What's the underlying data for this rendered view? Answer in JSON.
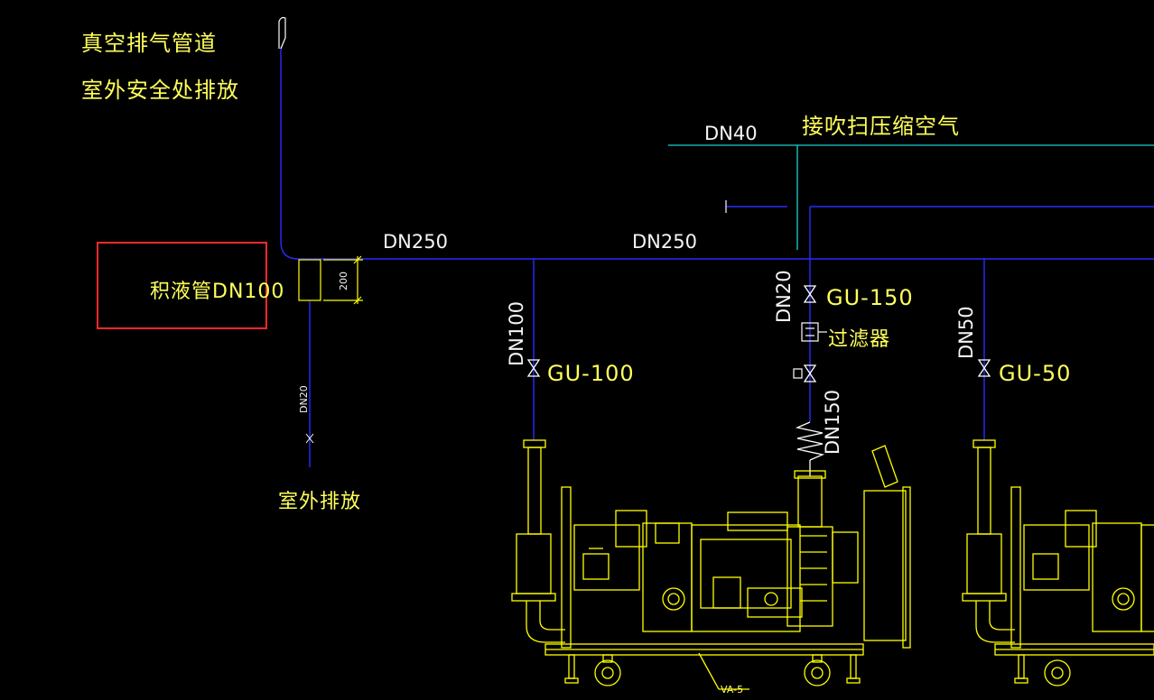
{
  "labels": {
    "vacuum_exhaust_line1": "真空排气管道",
    "vacuum_exhaust_line2": "室外安全处排放",
    "compressed_air": "接吹扫压缩空气",
    "dn40": "DN40",
    "main_dn250_a": "DN250",
    "main_dn250_b": "DN250",
    "drain_header": "积液管DN100",
    "dim_200": "200",
    "drain_dn20": "DN20",
    "outdoor_discharge": "室外排放",
    "branch_dn100": "DN100",
    "valve_gu100": "GU-100",
    "branch_dn20": "DN20",
    "valve_gu150": "GU-150",
    "filter": "过滤器",
    "flex_dn150": "DN150",
    "branch_dn50": "DN50",
    "valve_gu50": "GU-50",
    "skid_tag": "VA-5"
  },
  "colors": {
    "background": "#000000",
    "vacuum_line": "#2b2bff",
    "compressed_air_line": "#19d0d0",
    "equipment": "#ffff00",
    "label_yellow": "#ffff5a",
    "label_white": "#f4f4f4",
    "highlight": "#ff2a2a"
  }
}
